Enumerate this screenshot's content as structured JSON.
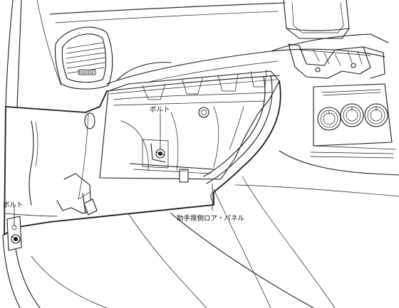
{
  "callouts": {
    "bolt_upper": "ボルト",
    "bolt_lower": "ボルト",
    "panel": "助手席側ロア・パネル"
  }
}
